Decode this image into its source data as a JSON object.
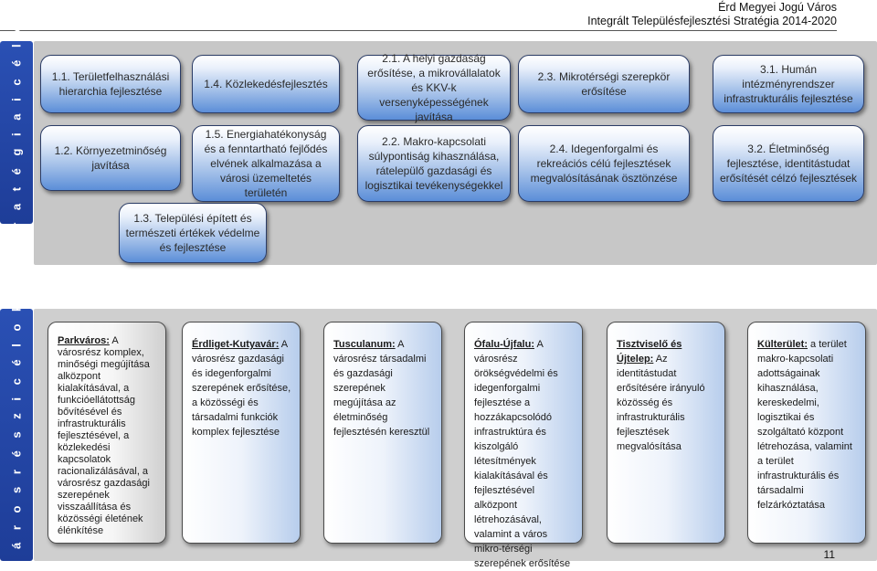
{
  "header": {
    "line1": "Érd Megyei Jogú Város",
    "line2": "Integrált Településfejlesztési Stratégia 2014-2020"
  },
  "strategic": {
    "side_label": "S t r a t é g i a i   c é l o k",
    "goals": [
      {
        "id": "1.1",
        "text": "1.1. Területfelhasználási hierarchia fejlesztése"
      },
      {
        "id": "1.4",
        "text": "1.4. Közlekedésfejlesztés"
      },
      {
        "id": "2.1",
        "text": "2.1. A helyi gazdaság erősítése, a mikrovállalatok és KKV-k versenyképességének javítása"
      },
      {
        "id": "2.3",
        "text": "2.3. Mikrotérségi szerepkör erősítése"
      },
      {
        "id": "3.1",
        "text": "3.1. Humán intézményrendszer infrastrukturális fejlesztése"
      },
      {
        "id": "1.2",
        "text": "1.2. Környezetminőség javítása"
      },
      {
        "id": "1.5",
        "text": "1.5. Energiahatékonyság és a fenntartható fejlődés elvének alkalmazása a városi üzemeltetés területén"
      },
      {
        "id": "2.2",
        "text": "2.2. Makro-kapcsolati súlyponti­ság kihasználása, rátelepülő gazdasági és logisztikai tevékenységekkel"
      },
      {
        "id": "2.4",
        "text": "2.4. Idegenforgalmi és rekreációs célú fejlesztések megvalósításának ösztönzése"
      },
      {
        "id": "3.2",
        "text": "3.2. Életminőség fejlesztése, identitástudat erősítését célzó fejlesztések"
      },
      {
        "id": "1.3",
        "text": "1.3. Települési épített és természeti értékek védelme és fejlesztése"
      }
    ]
  },
  "district": {
    "side_label": "V á r o s r é s z i   c é l o k",
    "cards": [
      {
        "title": "Parkváros:",
        "body": " A városrész komplex, minőségi megújítása alközpont kialakításával, a funkcióellátottság bővítésével és infrastrukturális fejlesztésével, a közlekedési kapcsolatok racionalizálásával, a városrész gazdasági szerepének visszaállítása és közösségi életének élénkítése"
      },
      {
        "title": "Érdliget-Kutyavár:",
        "body": " A városrész gazdasági és idegenforgalmi szerepének erősítése, a közösségi és társadalmi funkciók komplex fejlesztése"
      },
      {
        "title": "Tusculanum:",
        "body": " A városrész társadalmi és gazdasági szerepének megújítása az életminőség fejlesztésén keresztül"
      },
      {
        "title": "Ófalu-Újfalu:",
        "body": " A városrész örökségvédelmi és idegenforgalmi fejlesztése a hozzákapcsolódó infrastruktúra és kiszolgáló létesítmények kialakításával és fejlesztésével alközpont létrehozásával, valamint a város mikro-térségi szerepének erősítése"
      },
      {
        "title": "Tisztviselő és Újtelep:",
        "body": " Az identitástudat erősítésére irányuló közösség és infrastrukturális fejlesztések megvalósítása"
      },
      {
        "title": "Külterület:",
        "body": " a terület makro-kapcsolati adottságainak kihasználása, kereskedelmi, logisztikai és szolgáltató központ létrehozása, valamint a terület infrastrukturális és társadalmi felzárkóztatása"
      }
    ]
  },
  "page_number": "11"
}
